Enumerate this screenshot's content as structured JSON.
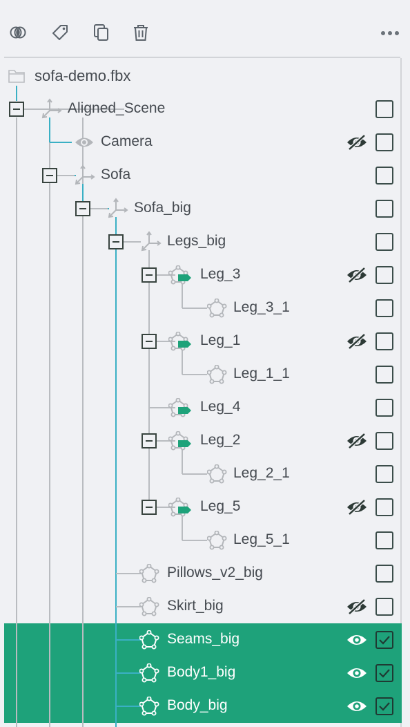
{
  "toolbar": {
    "buttons": [
      {
        "name": "merge-icon"
      },
      {
        "name": "tag-icon"
      },
      {
        "name": "duplicate-icon"
      },
      {
        "name": "trash-icon"
      }
    ],
    "more_icon": "more-icon"
  },
  "file": {
    "name": "sofa-demo.fbx",
    "icon": "folder-icon"
  },
  "colors": {
    "accent": "#1ea27a",
    "tree_line_active": "#3ab0c4",
    "tree_line": "#b9bcc0",
    "text": "#454a50",
    "icon_gray": "#b3b6ba",
    "tag_green": "#1ea27a"
  },
  "tree": [
    {
      "label": "Aligned_Scene",
      "type": "transform",
      "depth": 0,
      "expanded": true,
      "visibility": null,
      "checked": false,
      "selected": false
    },
    {
      "label": "Camera",
      "type": "camera",
      "depth": 1,
      "expanded": null,
      "visibility": "hidden",
      "checked": false,
      "selected": false
    },
    {
      "label": "Sofa",
      "type": "transform",
      "depth": 1,
      "expanded": true,
      "visibility": null,
      "checked": false,
      "selected": false
    },
    {
      "label": "Sofa_big",
      "type": "transform",
      "depth": 2,
      "expanded": true,
      "visibility": null,
      "checked": false,
      "selected": false
    },
    {
      "label": "Legs_big",
      "type": "transform",
      "depth": 3,
      "expanded": true,
      "visibility": null,
      "checked": false,
      "selected": false
    },
    {
      "label": "Leg_3",
      "type": "mesh-tagged",
      "depth": 4,
      "expanded": true,
      "visibility": "hidden",
      "checked": false,
      "selected": false
    },
    {
      "label": "Leg_3_1",
      "type": "mesh",
      "depth": 5,
      "expanded": null,
      "visibility": null,
      "checked": false,
      "selected": false
    },
    {
      "label": "Leg_1",
      "type": "mesh-tagged",
      "depth": 4,
      "expanded": true,
      "visibility": "hidden",
      "checked": false,
      "selected": false
    },
    {
      "label": "Leg_1_1",
      "type": "mesh",
      "depth": 5,
      "expanded": null,
      "visibility": null,
      "checked": false,
      "selected": false
    },
    {
      "label": "Leg_4",
      "type": "mesh-tagged",
      "depth": 4,
      "expanded": null,
      "visibility": null,
      "checked": false,
      "selected": false
    },
    {
      "label": "Leg_2",
      "type": "mesh-tagged",
      "depth": 4,
      "expanded": true,
      "visibility": "hidden",
      "checked": false,
      "selected": false
    },
    {
      "label": "Leg_2_1",
      "type": "mesh",
      "depth": 5,
      "expanded": null,
      "visibility": null,
      "checked": false,
      "selected": false
    },
    {
      "label": "Leg_5",
      "type": "mesh-tagged",
      "depth": 4,
      "expanded": true,
      "visibility": "hidden",
      "checked": false,
      "selected": false
    },
    {
      "label": "Leg_5_1",
      "type": "mesh",
      "depth": 5,
      "expanded": null,
      "visibility": null,
      "checked": false,
      "selected": false
    },
    {
      "label": "Pillows_v2_big",
      "type": "mesh",
      "depth": 3,
      "expanded": null,
      "visibility": null,
      "checked": false,
      "selected": false
    },
    {
      "label": "Skirt_big",
      "type": "mesh",
      "depth": 3,
      "expanded": null,
      "visibility": "hidden",
      "checked": false,
      "selected": false
    },
    {
      "label": "Seams_big",
      "type": "mesh",
      "depth": 3,
      "expanded": null,
      "visibility": "visible",
      "checked": true,
      "selected": true
    },
    {
      "label": "Body1_big",
      "type": "mesh",
      "depth": 3,
      "expanded": null,
      "visibility": "visible",
      "checked": true,
      "selected": true
    },
    {
      "label": "Body_big",
      "type": "mesh",
      "depth": 3,
      "expanded": null,
      "visibility": "visible",
      "checked": true,
      "selected": true
    }
  ]
}
